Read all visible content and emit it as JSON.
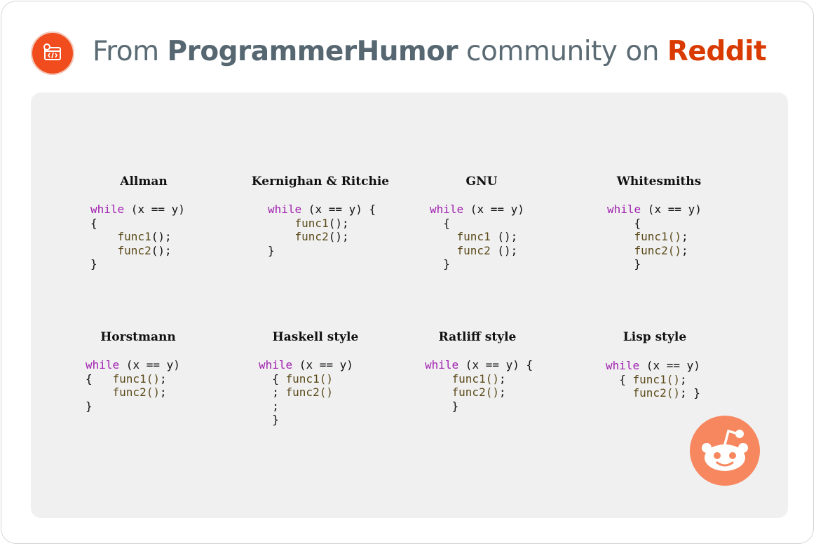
{
  "header": {
    "prefix": "From ",
    "community": "ProgrammerHumor",
    "middle": " community on ",
    "platform": "Reddit"
  },
  "styles": [
    {
      "title": "Allman",
      "lines": [
        [
          {
            "t": "while",
            "c": "kw"
          },
          {
            "t": " (x == y)"
          }
        ],
        [
          {
            "t": "{"
          }
        ],
        [
          {
            "t": "    "
          },
          {
            "t": "func1",
            "c": "fn"
          },
          {
            "t": "();"
          }
        ],
        [
          {
            "t": "    "
          },
          {
            "t": "func2",
            "c": "fn"
          },
          {
            "t": "();"
          }
        ],
        [
          {
            "t": "}"
          }
        ]
      ]
    },
    {
      "title": "Kernighan & Ritchie",
      "lines": [
        [
          {
            "t": "while",
            "c": "kw"
          },
          {
            "t": " (x == y) {"
          }
        ],
        [
          {
            "t": "    "
          },
          {
            "t": "func1",
            "c": "fn"
          },
          {
            "t": "();"
          }
        ],
        [
          {
            "t": "    "
          },
          {
            "t": "func2",
            "c": "fn"
          },
          {
            "t": "();"
          }
        ],
        [
          {
            "t": "}"
          }
        ]
      ]
    },
    {
      "title": "GNU",
      "lines": [
        [
          {
            "t": "while",
            "c": "kw"
          },
          {
            "t": " (x == y)"
          }
        ],
        [
          {
            "t": "  {"
          }
        ],
        [
          {
            "t": "    "
          },
          {
            "t": "func1",
            "c": "fn"
          },
          {
            "t": " ();"
          }
        ],
        [
          {
            "t": "    "
          },
          {
            "t": "func2",
            "c": "fn"
          },
          {
            "t": " ();"
          }
        ],
        [
          {
            "t": "  }"
          }
        ]
      ]
    },
    {
      "title": "Whitesmiths",
      "lines": [
        [
          {
            "t": "while",
            "c": "kw"
          },
          {
            "t": " (x == y)"
          }
        ],
        [
          {
            "t": "    {"
          }
        ],
        [
          {
            "t": "    "
          },
          {
            "t": "func1()",
            "c": "fn"
          },
          {
            "t": ";"
          }
        ],
        [
          {
            "t": "    "
          },
          {
            "t": "func2()",
            "c": "fn"
          },
          {
            "t": ";"
          }
        ],
        [
          {
            "t": "    }"
          }
        ]
      ]
    },
    {
      "title": "Horstmann",
      "lines": [
        [
          {
            "t": "while",
            "c": "kw"
          },
          {
            "t": " (x == y)"
          }
        ],
        [
          {
            "t": "{   "
          },
          {
            "t": "func1()",
            "c": "fn"
          },
          {
            "t": ";"
          }
        ],
        [
          {
            "t": "    "
          },
          {
            "t": "func2()",
            "c": "fn"
          },
          {
            "t": ";"
          }
        ],
        [
          {
            "t": "}"
          }
        ]
      ]
    },
    {
      "title": "Haskell style",
      "lines": [
        [
          {
            "t": "while",
            "c": "kw"
          },
          {
            "t": " (x == y)"
          }
        ],
        [
          {
            "t": "  { "
          },
          {
            "t": "func1()",
            "c": "fn"
          }
        ],
        [
          {
            "t": "  ; "
          },
          {
            "t": "func2()",
            "c": "fn"
          }
        ],
        [
          {
            "t": "  ;"
          }
        ],
        [
          {
            "t": "  }"
          }
        ]
      ]
    },
    {
      "title": "Ratliff style",
      "lines": [
        [
          {
            "t": "while",
            "c": "kw"
          },
          {
            "t": " (x == y) {"
          }
        ],
        [
          {
            "t": "    "
          },
          {
            "t": "func1()",
            "c": "fn"
          },
          {
            "t": ";"
          }
        ],
        [
          {
            "t": "    "
          },
          {
            "t": "func2()",
            "c": "fn"
          },
          {
            "t": ";"
          }
        ],
        [
          {
            "t": "    }"
          }
        ]
      ]
    },
    {
      "title": "Lisp style",
      "lines": [
        [
          {
            "t": "while",
            "c": "kw"
          },
          {
            "t": " (x == y)"
          }
        ],
        [
          {
            "t": "  { "
          },
          {
            "t": "func1()",
            "c": "fn"
          },
          {
            "t": ";"
          }
        ],
        [
          {
            "t": "    "
          },
          {
            "t": "func2()",
            "c": "fn"
          },
          {
            "t": "; }"
          }
        ]
      ]
    }
  ],
  "colors": {
    "accent": "#d93a00",
    "avatar": "#f04c1d",
    "snoo": "#f7875e",
    "keyword": "#a020b0"
  },
  "icons": {
    "community": "code-window-icon",
    "brand": "reddit-snoo-icon"
  }
}
